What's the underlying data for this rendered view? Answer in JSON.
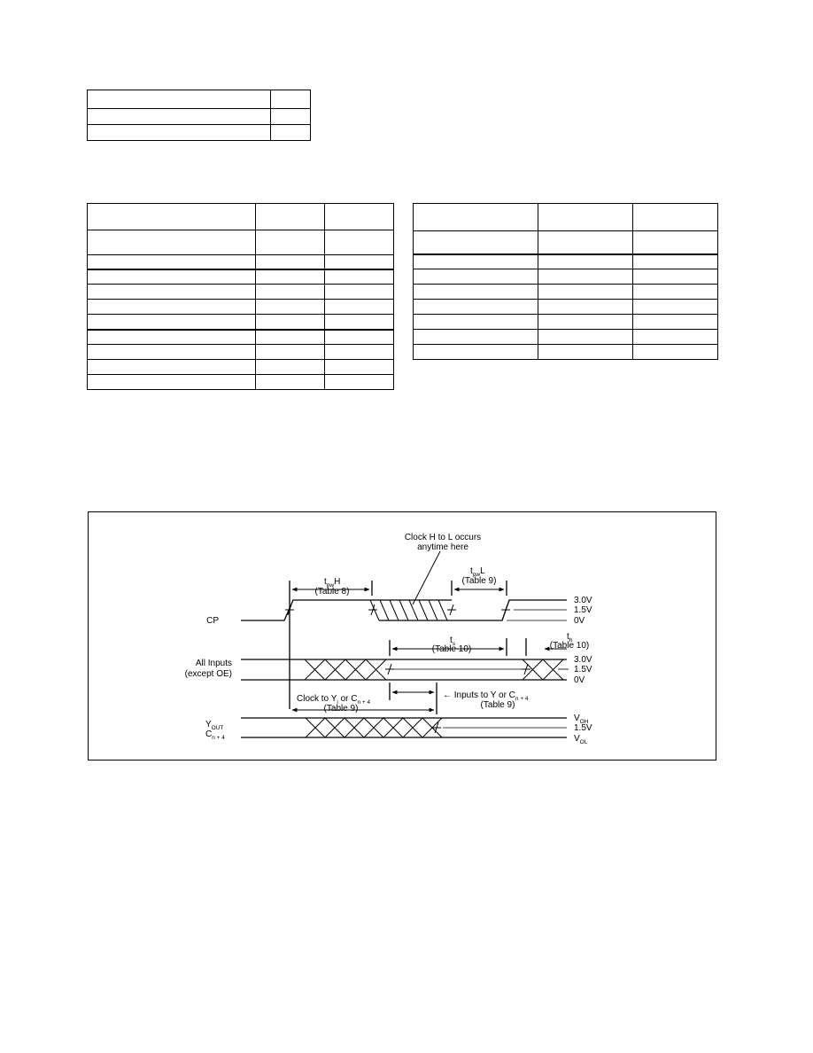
{
  "diagram": {
    "annotation_clock_hl": [
      "Clock H to L occurs",
      "anytime here"
    ],
    "tpwh": {
      "main": "t",
      "sub": "pw",
      "suffix": "H",
      "ref": "(Table 8)"
    },
    "tpwl": {
      "main": "t",
      "sub": "pw",
      "suffix": "L",
      "ref": "(Table 9)"
    },
    "ts": {
      "main": "t",
      "sub": "s",
      "ref": "(Table 10)"
    },
    "th": {
      "main": "t",
      "sub": "h",
      "ref": "(Table 10)"
    },
    "clock_to_y": {
      "text": "Clock to Y",
      "sub1": "i",
      "mid": " or C",
      "sub2": "n + 4",
      "ref": "(Table 9)"
    },
    "inputs_to_y": {
      "prefix": "← Inputs to Y or C",
      "sub": "n + 4",
      "ref": "(Table 9)"
    },
    "signals": {
      "cp": "CP",
      "all_inputs": [
        "All Inputs",
        "(except OE)"
      ],
      "yout": {
        "main": "Y",
        "sub": "OUT"
      },
      "cn4": {
        "main": "C",
        "sub": "n + 4"
      }
    },
    "levels": {
      "cp": [
        "3.0V",
        "1.5V",
        "0V"
      ],
      "inputs": [
        "3.0V",
        "1.5V",
        "0V"
      ],
      "output": {
        "voh": {
          "main": "V",
          "sub": "OH"
        },
        "mid": "1.5V",
        "vol": {
          "main": "V",
          "sub": "OL"
        }
      }
    }
  }
}
